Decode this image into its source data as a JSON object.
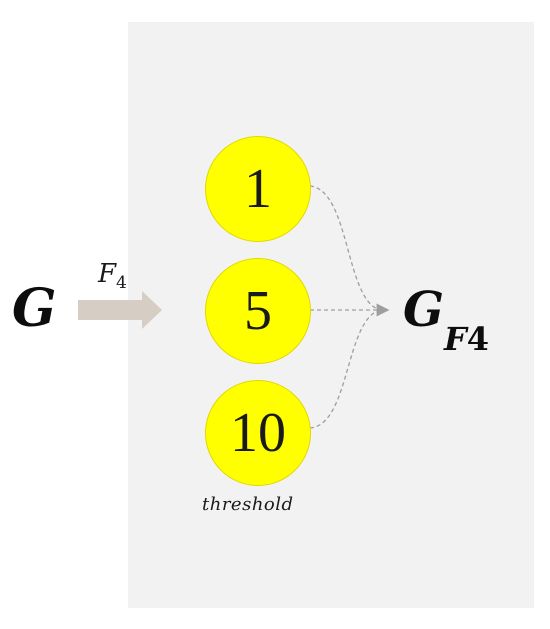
{
  "input_graph": {
    "label": "G"
  },
  "filter": {
    "label": "F",
    "subscript": "4"
  },
  "thresholds": {
    "values": [
      "1",
      "5",
      "10"
    ],
    "caption": "threshold"
  },
  "output_graph": {
    "label": "G",
    "sub_letter": "F",
    "sub_digit": "4"
  },
  "colors": {
    "node_fill": "#ffff00",
    "panel_bg": "#f2f2f2",
    "arrow": "#d6cdc4",
    "connector": "#9e9e9e"
  }
}
